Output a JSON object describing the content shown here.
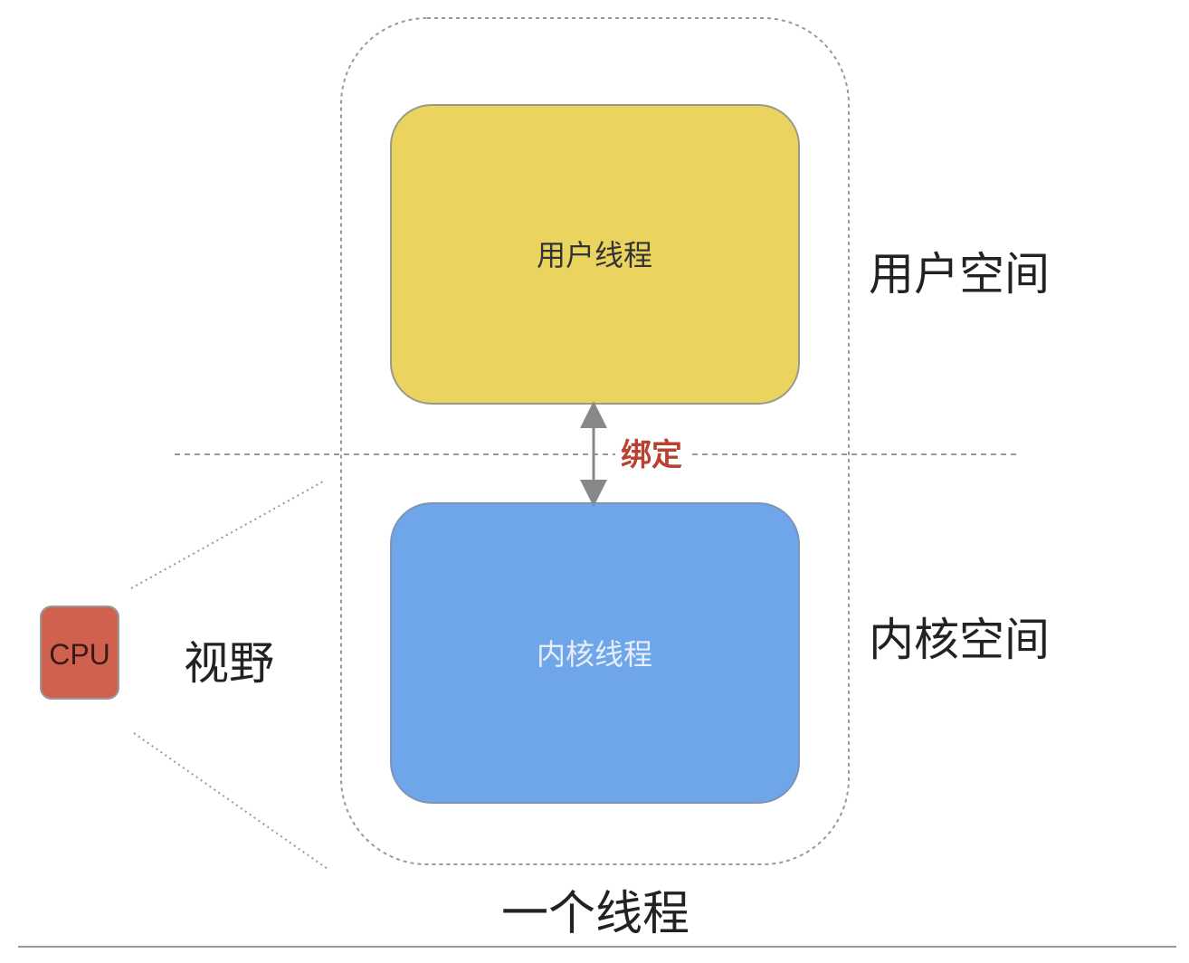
{
  "title": "一个线程",
  "user_thread": {
    "label": "用户线程",
    "color": "#EAD35F"
  },
  "kernel_thread": {
    "label": "内核线程",
    "color": "#6FA5E9"
  },
  "binding": {
    "label": "绑定",
    "color": "#B9412F"
  },
  "user_space": {
    "label": "用户空间"
  },
  "kernel_space": {
    "label": "内核空间"
  },
  "cpu": {
    "label": "CPU",
    "color": "#D0614F"
  },
  "view": {
    "label": "视野"
  }
}
